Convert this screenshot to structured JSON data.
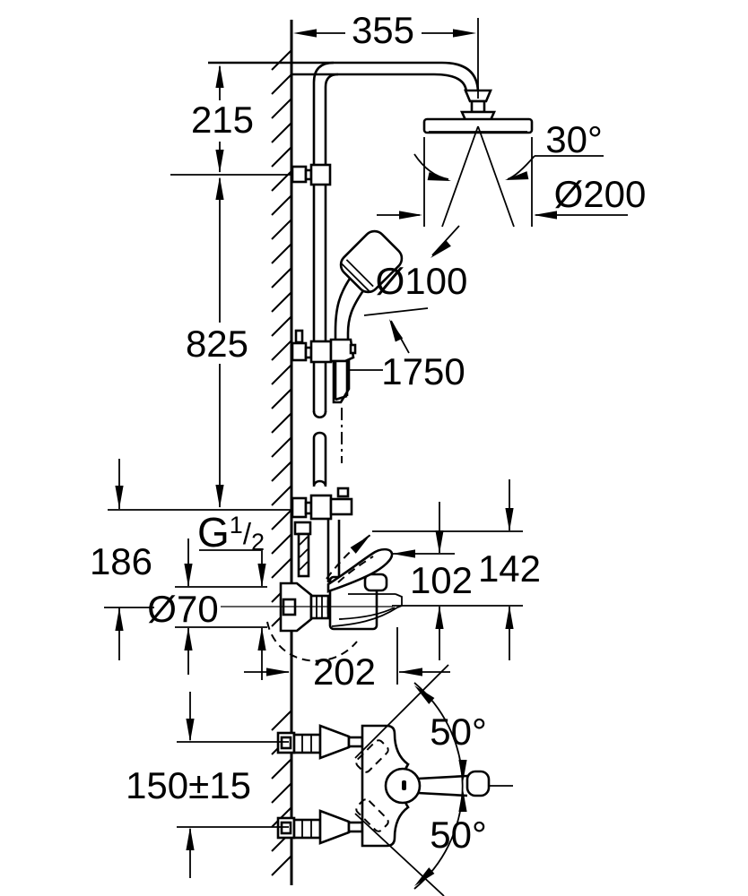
{
  "drawing": {
    "kind": "shower-system-installation-dimensions",
    "line_color": "#000000",
    "background_color": "#ffffff",
    "dims": {
      "arm_reach": {
        "value": "355"
      },
      "head_drop": {
        "value": "215"
      },
      "spray_angle": {
        "value": "30°"
      },
      "head_shower_diameter": {
        "value": "Ø200"
      },
      "hand_shower_diameter": {
        "value": "Ø100"
      },
      "rail_height": {
        "value": "825"
      },
      "hose_length": {
        "value": "1750"
      },
      "connection_thread": {
        "g": "G",
        "numerator": "1",
        "slash": "/",
        "denominator": "2"
      },
      "outlet_offset": {
        "value": "186"
      },
      "escutcheon_diameter": {
        "value": "Ø70"
      },
      "lever_height": {
        "value": "102"
      },
      "clearance_height": {
        "value": "142"
      },
      "spout_projection": {
        "value": "202"
      },
      "inlet_spacing": {
        "value": "150±15"
      },
      "lever_swing_upper": {
        "value": "50°"
      },
      "lever_swing_lower": {
        "value": "50°"
      }
    }
  }
}
